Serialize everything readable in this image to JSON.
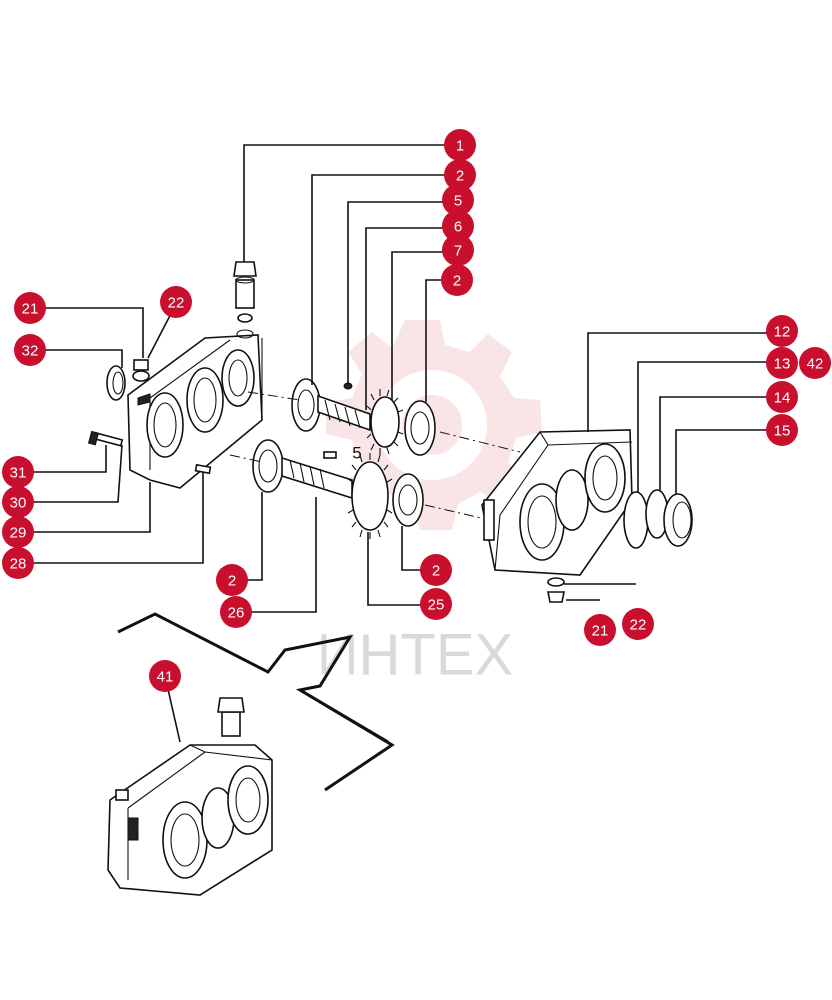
{
  "watermark": {
    "text": "ИНТЕХ",
    "color": "#f2c4c8"
  },
  "badge_color": "#c8102e",
  "callouts": [
    {
      "id": "c1",
      "label": "1"
    },
    {
      "id": "c2a",
      "label": "2"
    },
    {
      "id": "c5a",
      "label": "5"
    },
    {
      "id": "c6",
      "label": "6"
    },
    {
      "id": "c7",
      "label": "7"
    },
    {
      "id": "c2b",
      "label": "2"
    },
    {
      "id": "c12",
      "label": "12"
    },
    {
      "id": "c13",
      "label": "13"
    },
    {
      "id": "c42",
      "label": "42"
    },
    {
      "id": "c14",
      "label": "14"
    },
    {
      "id": "c15",
      "label": "15"
    },
    {
      "id": "c21a",
      "label": "21"
    },
    {
      "id": "c22a",
      "label": "22"
    },
    {
      "id": "c32",
      "label": "32"
    },
    {
      "id": "c31",
      "label": "31"
    },
    {
      "id": "c30",
      "label": "30"
    },
    {
      "id": "c29",
      "label": "29"
    },
    {
      "id": "c28",
      "label": "28"
    },
    {
      "id": "c2c",
      "label": "2"
    },
    {
      "id": "c26",
      "label": "26"
    },
    {
      "id": "c2d",
      "label": "2"
    },
    {
      "id": "c25",
      "label": "25"
    },
    {
      "id": "c21b",
      "label": "21"
    },
    {
      "id": "c22b",
      "label": "22"
    },
    {
      "id": "c41",
      "label": "41"
    }
  ],
  "inline_label": "5"
}
